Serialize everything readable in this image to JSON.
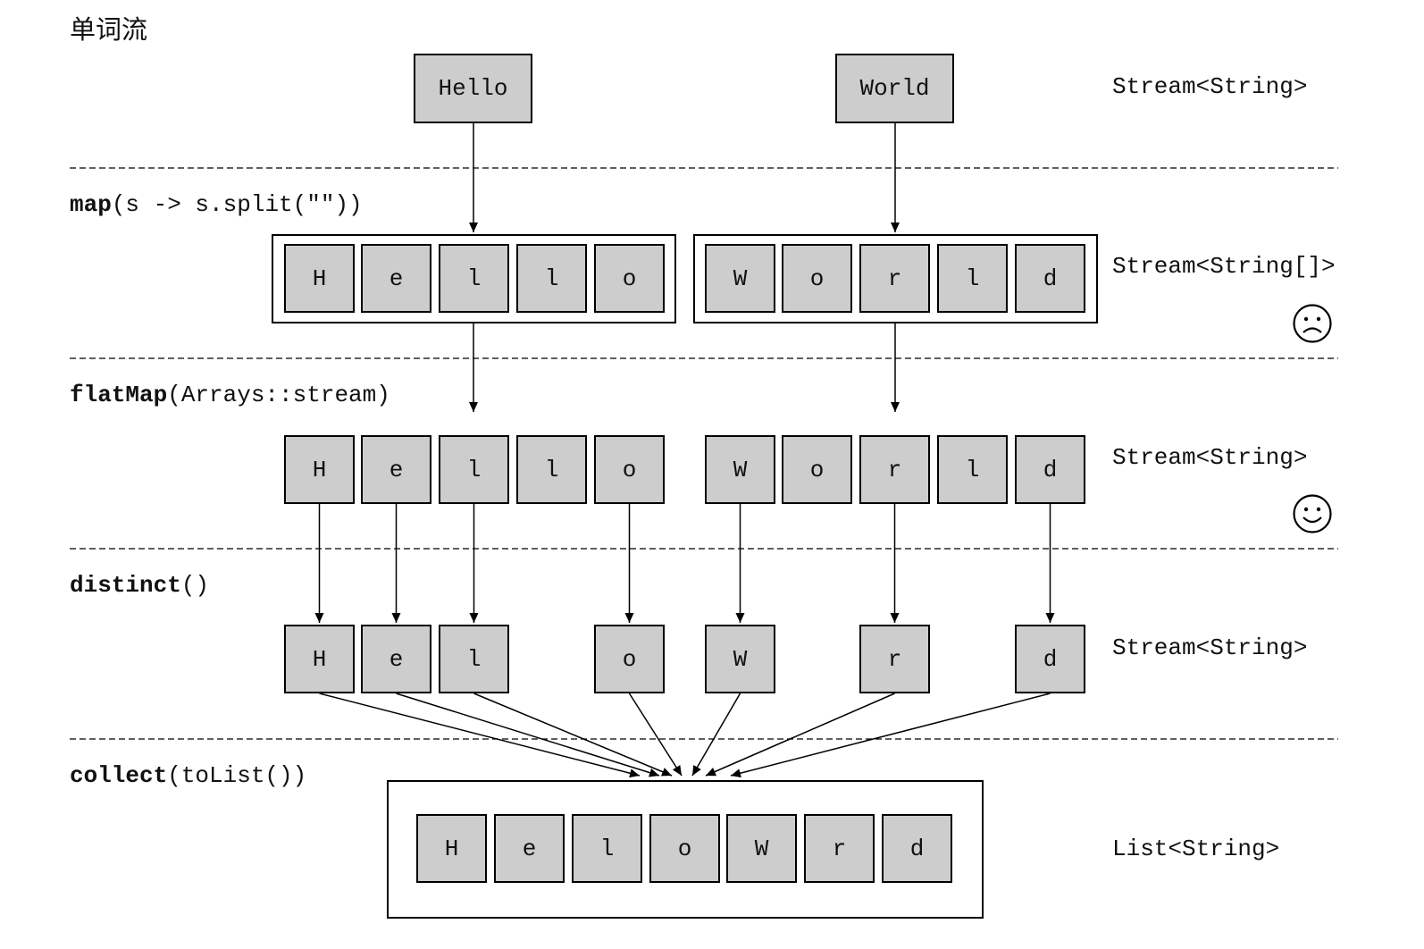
{
  "title": "单词流",
  "words": [
    "Hello",
    "World"
  ],
  "stages": [
    {
      "op_name": "map",
      "op_args": "(s -> s.split(\"\"))"
    },
    {
      "op_name": "flatMap",
      "op_args": "(Arrays::stream)"
    },
    {
      "op_name": "distinct",
      "op_args": "()"
    },
    {
      "op_name": "collect",
      "op_args": "(toList())"
    }
  ],
  "types": {
    "words": "Stream<String>",
    "split": "Stream<String[]>",
    "flat": "Stream<String>",
    "distinct": "Stream<String>",
    "result": "List<String>"
  },
  "split_arrays": [
    [
      "H",
      "e",
      "l",
      "l",
      "o"
    ],
    [
      "W",
      "o",
      "r",
      "l",
      "d"
    ]
  ],
  "flat_letters": [
    "H",
    "e",
    "l",
    "l",
    "o",
    "W",
    "o",
    "r",
    "l",
    "d"
  ],
  "distinct_letters": [
    "H",
    "e",
    "l",
    "o",
    "W",
    "r",
    "d"
  ],
  "result_letters": [
    "H",
    "e",
    "l",
    "o",
    "W",
    "r",
    "d"
  ],
  "faces": {
    "split": "sad-face-icon",
    "flat": "happy-face-icon"
  }
}
